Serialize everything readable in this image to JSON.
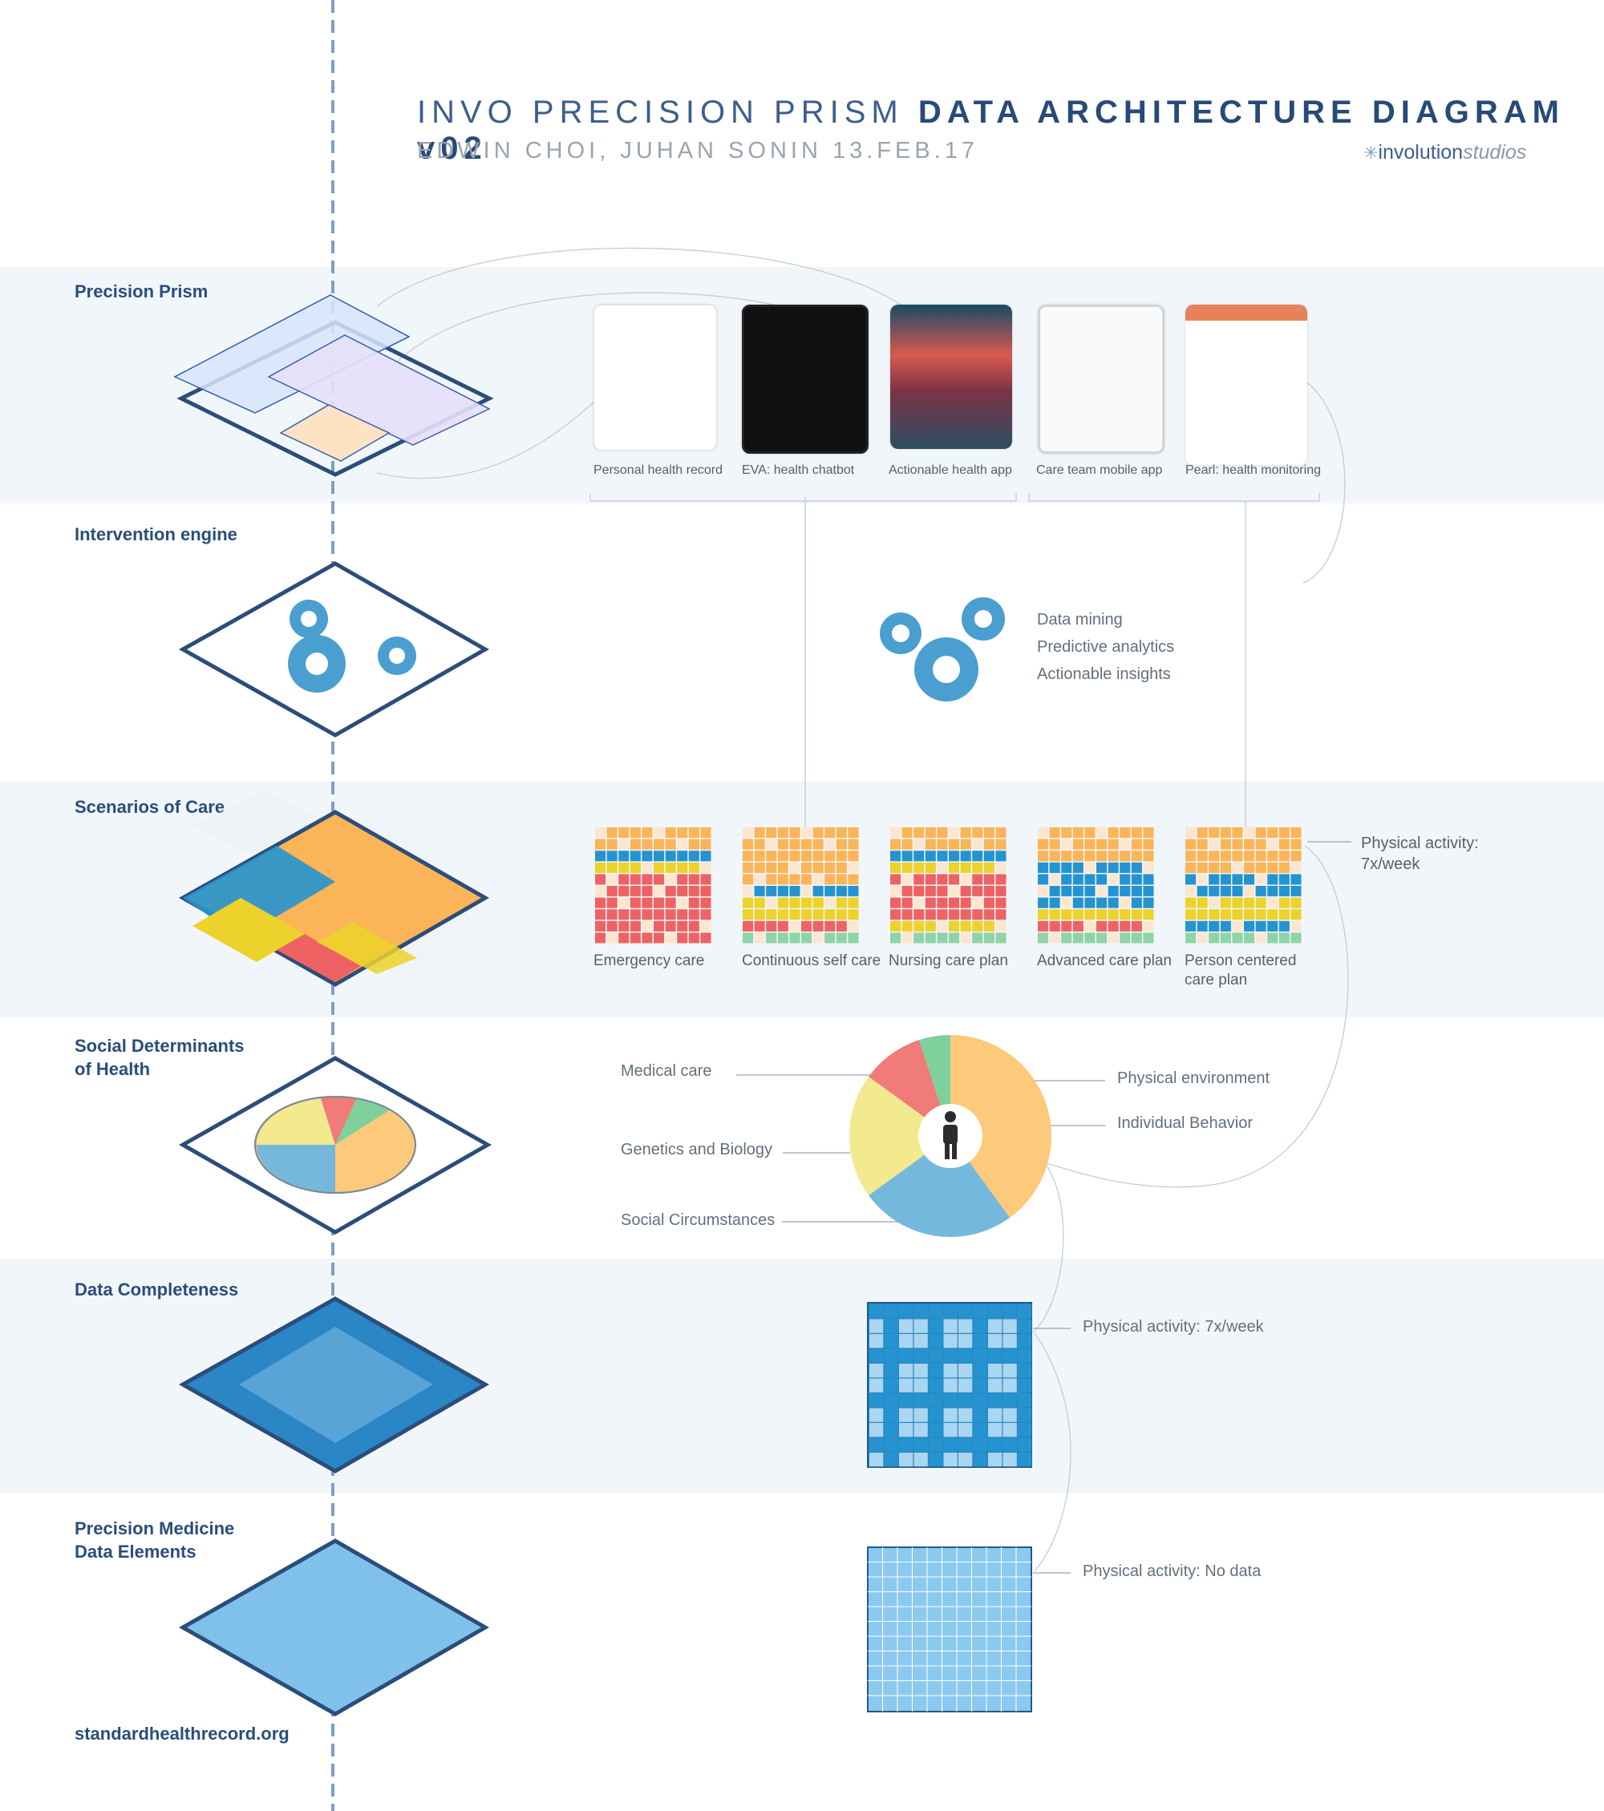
{
  "header": {
    "title_light": "INVO PRECISION PRISM",
    "title_bold": "DATA ARCHITECTURE DIAGRAM v02",
    "subtitle": "EDWIN CHOI, JUHAN SONIN   13.FEB.17",
    "logo_main": "involution",
    "logo_suffix": "studios"
  },
  "layers": [
    {
      "title": "Precision Prism"
    },
    {
      "title": "Intervention engine"
    },
    {
      "title": "Scenarios of Care"
    },
    {
      "title": "Social Determinants\nof Health"
    },
    {
      "title": "Data Completeness"
    },
    {
      "title": "Precision Medicine\nData Elements"
    }
  ],
  "footer": {
    "link": "standardhealthrecord.org"
  },
  "apps": [
    {
      "label": "Personal health record"
    },
    {
      "label": "EVA: health chatbot"
    },
    {
      "label": "Actionable health app"
    },
    {
      "label": "Care team mobile app"
    },
    {
      "label": "Pearl: health monitoring"
    }
  ],
  "engine": {
    "items": [
      "Data mining",
      "Predictive analytics",
      "Actionable insights"
    ]
  },
  "scenarios": [
    {
      "label": "Emergency care"
    },
    {
      "label": "Continuous self care"
    },
    {
      "label": "Nursing care plan"
    },
    {
      "label": "Advanced care plan"
    },
    {
      "label": "Person centered\ncare plan"
    }
  ],
  "scenario_callout": "Physical activity:\n7x/week",
  "determinants": {
    "labels": {
      "medical": "Medical care",
      "genetics": "Genetics and Biology",
      "social": "Social Circumstances",
      "physical": "Physical environment",
      "behavior": "Individual Behavior"
    },
    "slices": [
      {
        "name": "Individual Behavior",
        "share": 0.4,
        "color": "#fdc97a"
      },
      {
        "name": "Social Circumstances",
        "share": 0.25,
        "color": "#74b8dc"
      },
      {
        "name": "Genetics and Biology",
        "share": 0.2,
        "color": "#f3e98f"
      },
      {
        "name": "Medical care",
        "share": 0.1,
        "color": "#f07b78"
      },
      {
        "name": "Physical environment",
        "share": 0.05,
        "color": "#7ed19c"
      }
    ]
  },
  "completeness_callout": "Physical activity: 7x/week",
  "elements_callout": "Physical activity: No data",
  "colors": {
    "navy": "#2b4d7a",
    "dash": "#7d9fc7",
    "gear": "#4a9fd0",
    "orange": "#fbb457",
    "blue": "#2593d0",
    "yellow": "#ecd22b",
    "red": "#ef6263",
    "green": "#8fd3a6",
    "band": "#f1f6fa"
  }
}
